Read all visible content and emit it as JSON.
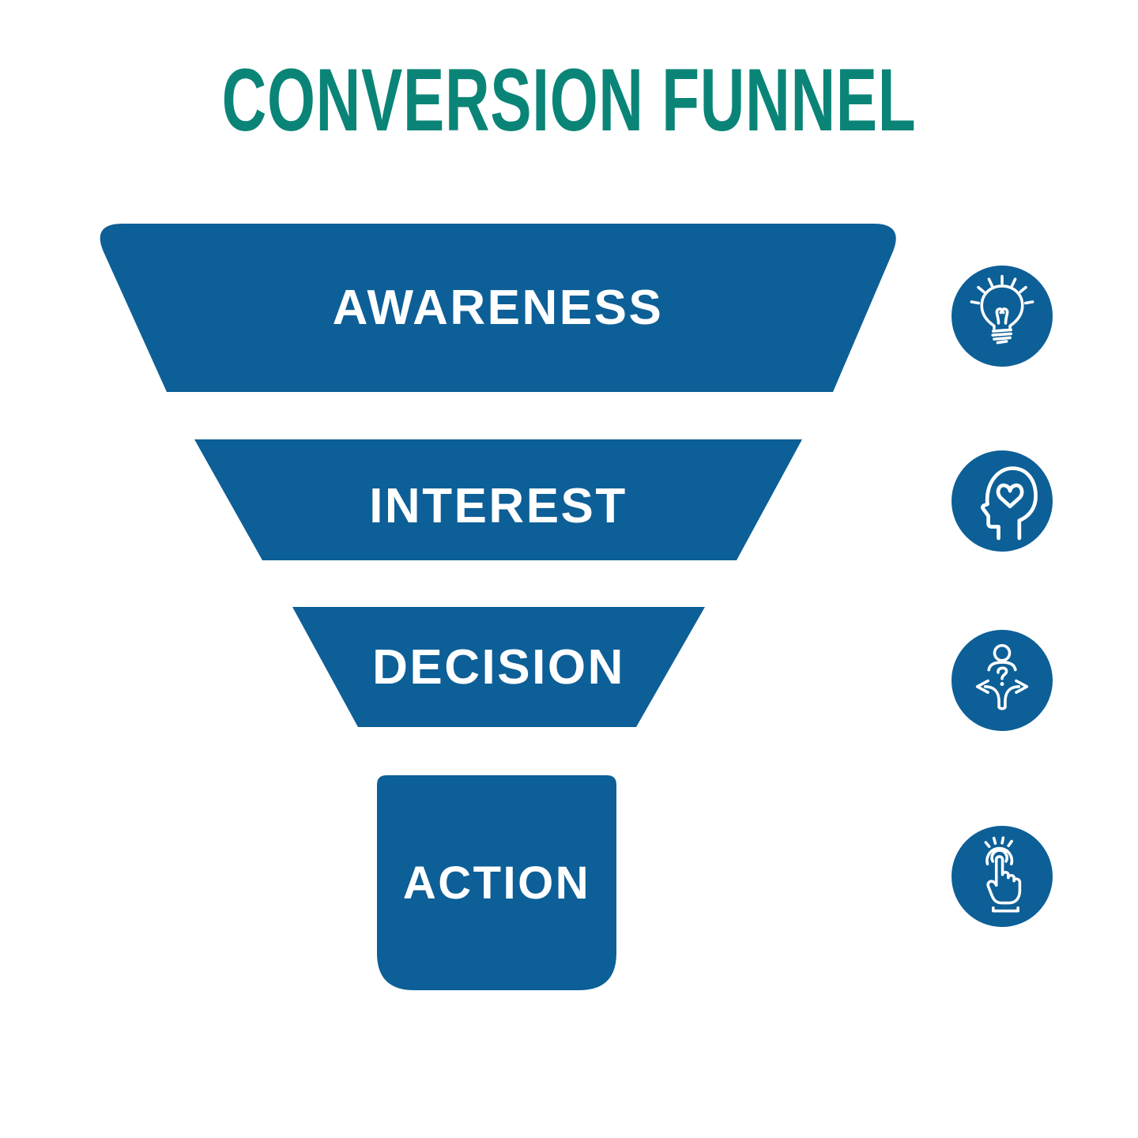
{
  "title": {
    "text": "CONVERSION FUNNEL"
  },
  "colors": {
    "title_teal": "#0b8478",
    "funnel_blue": "#0d5f97",
    "stage_text": "#ffffff",
    "icon_stroke": "#ffffff",
    "background": "#ffffff"
  },
  "funnel": {
    "stages": [
      {
        "label": "AWARENESS",
        "icon": "lightbulb-idea-icon"
      },
      {
        "label": "INTEREST",
        "icon": "head-heart-icon"
      },
      {
        "label": "DECISION",
        "icon": "decision-paths-icon"
      },
      {
        "label": "ACTION",
        "icon": "tap-click-icon"
      }
    ]
  }
}
